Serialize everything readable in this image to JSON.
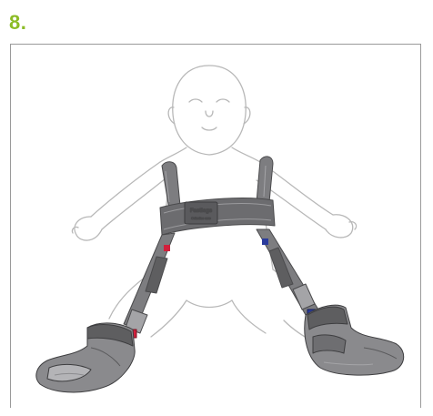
{
  "step": {
    "label": "8."
  },
  "brace_logo": {
    "brand": "Fastlegs",
    "sub": "Orthotics care"
  },
  "colors": {
    "accent": "#8cbc26",
    "outline": "#b4b4b4",
    "brace_dark": "#5e5e60",
    "brace_mid": "#7d7d80",
    "brace_light": "#a4a4a7",
    "marker_left": "#d2203c",
    "marker_right": "#2a3b9c"
  }
}
